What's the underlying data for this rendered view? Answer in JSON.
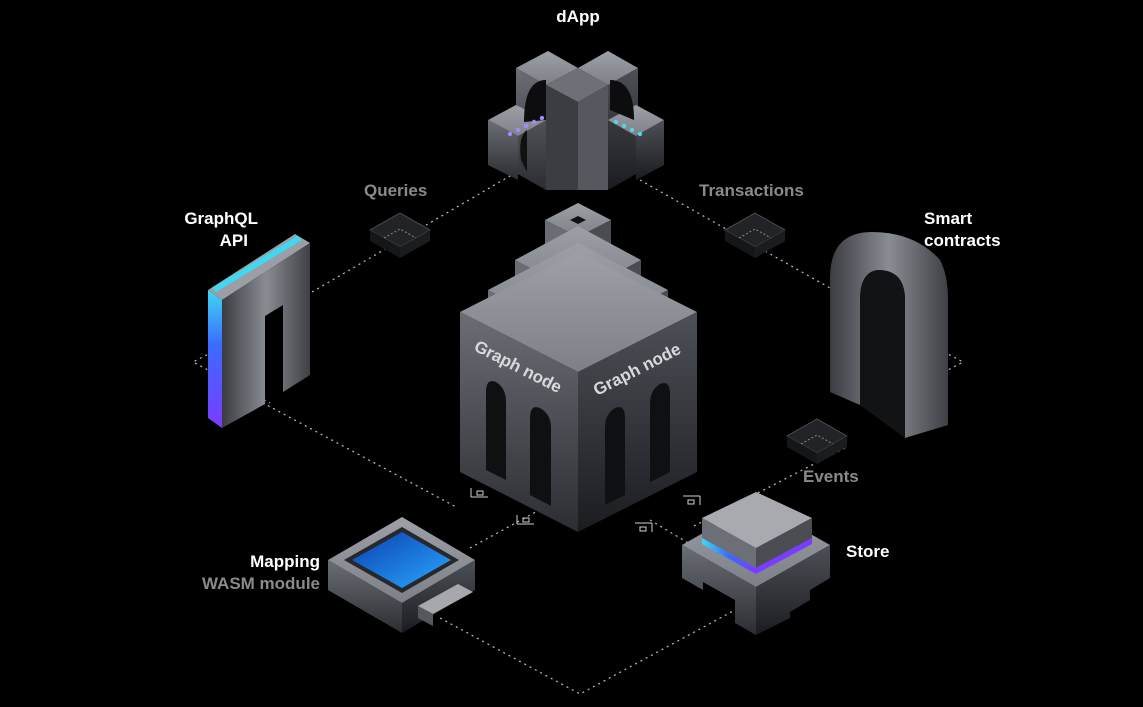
{
  "labels": {
    "dapp": "dApp",
    "queries": "Queries",
    "transactions": "Transactions",
    "graphql_line1": "GraphQL",
    "graphql_line2": "API",
    "smart_line1": "Smart",
    "smart_line2": "contracts",
    "events": "Events",
    "mapping": "Mapping",
    "wasm": "WASM module",
    "store": "Store",
    "graph_node_left": "Graph node",
    "graph_node_right": "Graph node"
  },
  "colors": {
    "background": "#000000",
    "primary_label": "#ffffff",
    "secondary_label": "#8a8a8a",
    "accent_cyan": "#3fd8f2",
    "accent_purple": "#6f3cff",
    "water_blue": "#1c7cf0"
  }
}
